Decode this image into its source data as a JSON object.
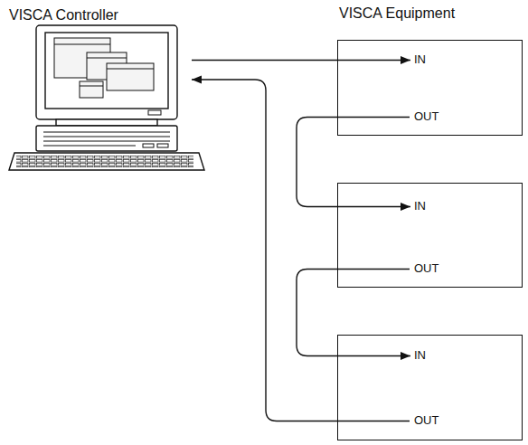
{
  "diagram": {
    "nodes": [
      {
        "text": [
          "VISCA Controller"
        ]
      },
      {
        "text": [
          "IN",
          "OUT"
        ]
      },
      {
        "text": [
          "IN",
          "OUT"
        ]
      },
      {
        "text": [
          "IN",
          "OUT"
        ]
      }
    ],
    "edges": [
      {
        "from": 0,
        "to": 1,
        "arrow": "to"
      },
      {
        "from": 1,
        "to": 2,
        "arrow": "to"
      },
      {
        "from": 2,
        "to": 3,
        "arrow": "to"
      },
      {
        "from": 3,
        "to": 0,
        "arrow": "to"
      }
    ],
    "labels": [
      "VISCA Equipment"
    ]
  }
}
